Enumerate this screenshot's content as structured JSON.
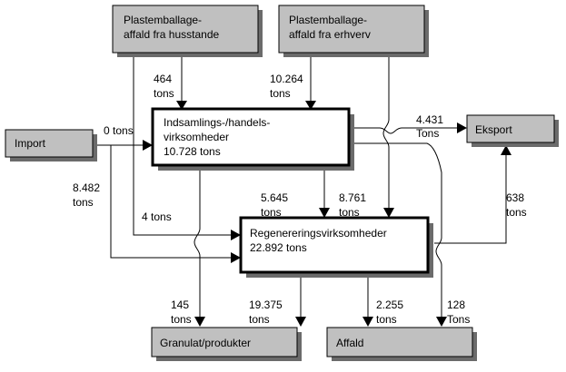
{
  "nodes": {
    "household": {
      "line1": "Plastemballage-",
      "line2": "affald fra husstande"
    },
    "business": {
      "line1": "Plastemballage-",
      "line2": "affald fra erhverv"
    },
    "import": {
      "label": "Import"
    },
    "collection": {
      "line1": "Indsamlings-/handels-",
      "line2": "virksomheder",
      "line3": "10.728 tons"
    },
    "export": {
      "label": "Eksport"
    },
    "recycling": {
      "line1": "Regenereringsvirksomheder",
      "line2": "22.892 tons"
    },
    "granulate": {
      "label": "Granulat/produkter"
    },
    "waste": {
      "label": "Affald"
    }
  },
  "flows": {
    "household_to_collection": {
      "value": "464",
      "unit": "tons"
    },
    "business_to_collection": {
      "value": "10.264",
      "unit": "tons"
    },
    "import_to_collection": {
      "label": "0 tons"
    },
    "import_to_recycling": {
      "value": "8.482",
      "unit": "tons"
    },
    "household_to_recycling": {
      "label": "4 tons"
    },
    "collection_to_export": {
      "value": "4.431",
      "unit": "Tons"
    },
    "collection_to_recycling": {
      "value": "5.645",
      "unit": "tons"
    },
    "business_to_recycling": {
      "value": "8.761",
      "unit": "tons"
    },
    "recycling_to_export": {
      "value": "638",
      "unit": "tons"
    },
    "collection_to_granulate": {
      "value": "145",
      "unit": "tons"
    },
    "recycling_to_granulate": {
      "value": "19.375",
      "unit": "tons"
    },
    "recycling_to_waste": {
      "value": "2.255",
      "unit": "tons"
    },
    "collection_to_waste": {
      "value": "128",
      "unit": "Tons"
    }
  }
}
